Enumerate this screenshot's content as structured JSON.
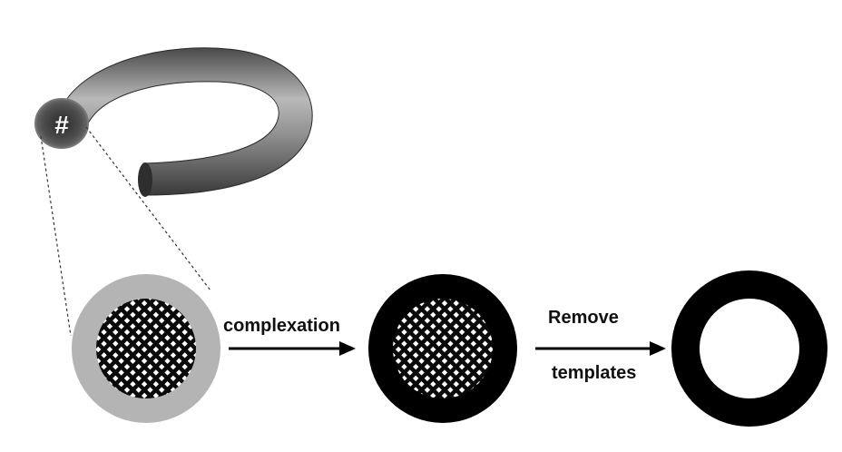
{
  "cross_section_symbol": "#",
  "steps": [
    {
      "label": "complexation"
    },
    {
      "label_line1": "Remove",
      "label_line2": "templates"
    }
  ],
  "colors": {
    "tube_dark": "#3c3c3c",
    "tube_mid": "#8a8a8a",
    "tube_light": "#d0d0d0",
    "shell_gray": "#b4b4b4",
    "black": "#000000",
    "white": "#ffffff"
  }
}
